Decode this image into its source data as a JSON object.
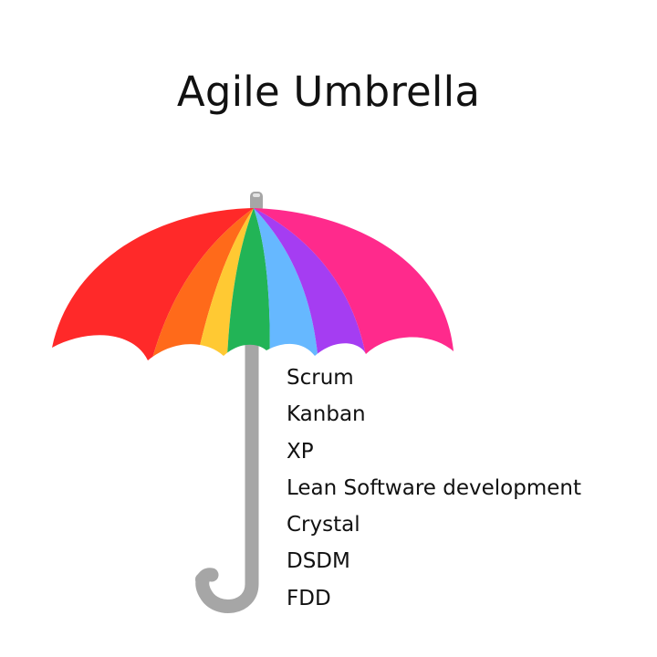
{
  "title": "Agile Umbrella",
  "methods": [
    "Scrum",
    "Kanban",
    "XP",
    "Lean Software development",
    "Crystal",
    "DSDM",
    "FDD"
  ],
  "colors": {
    "panels": [
      "#ff2929",
      "#ff6a1a",
      "#ffc933",
      "#22b456",
      "#66b8ff",
      "#a53df2",
      "#ff2a8c"
    ],
    "handle": "#a6a6a6",
    "text": "#111111",
    "background": "#ffffff"
  }
}
